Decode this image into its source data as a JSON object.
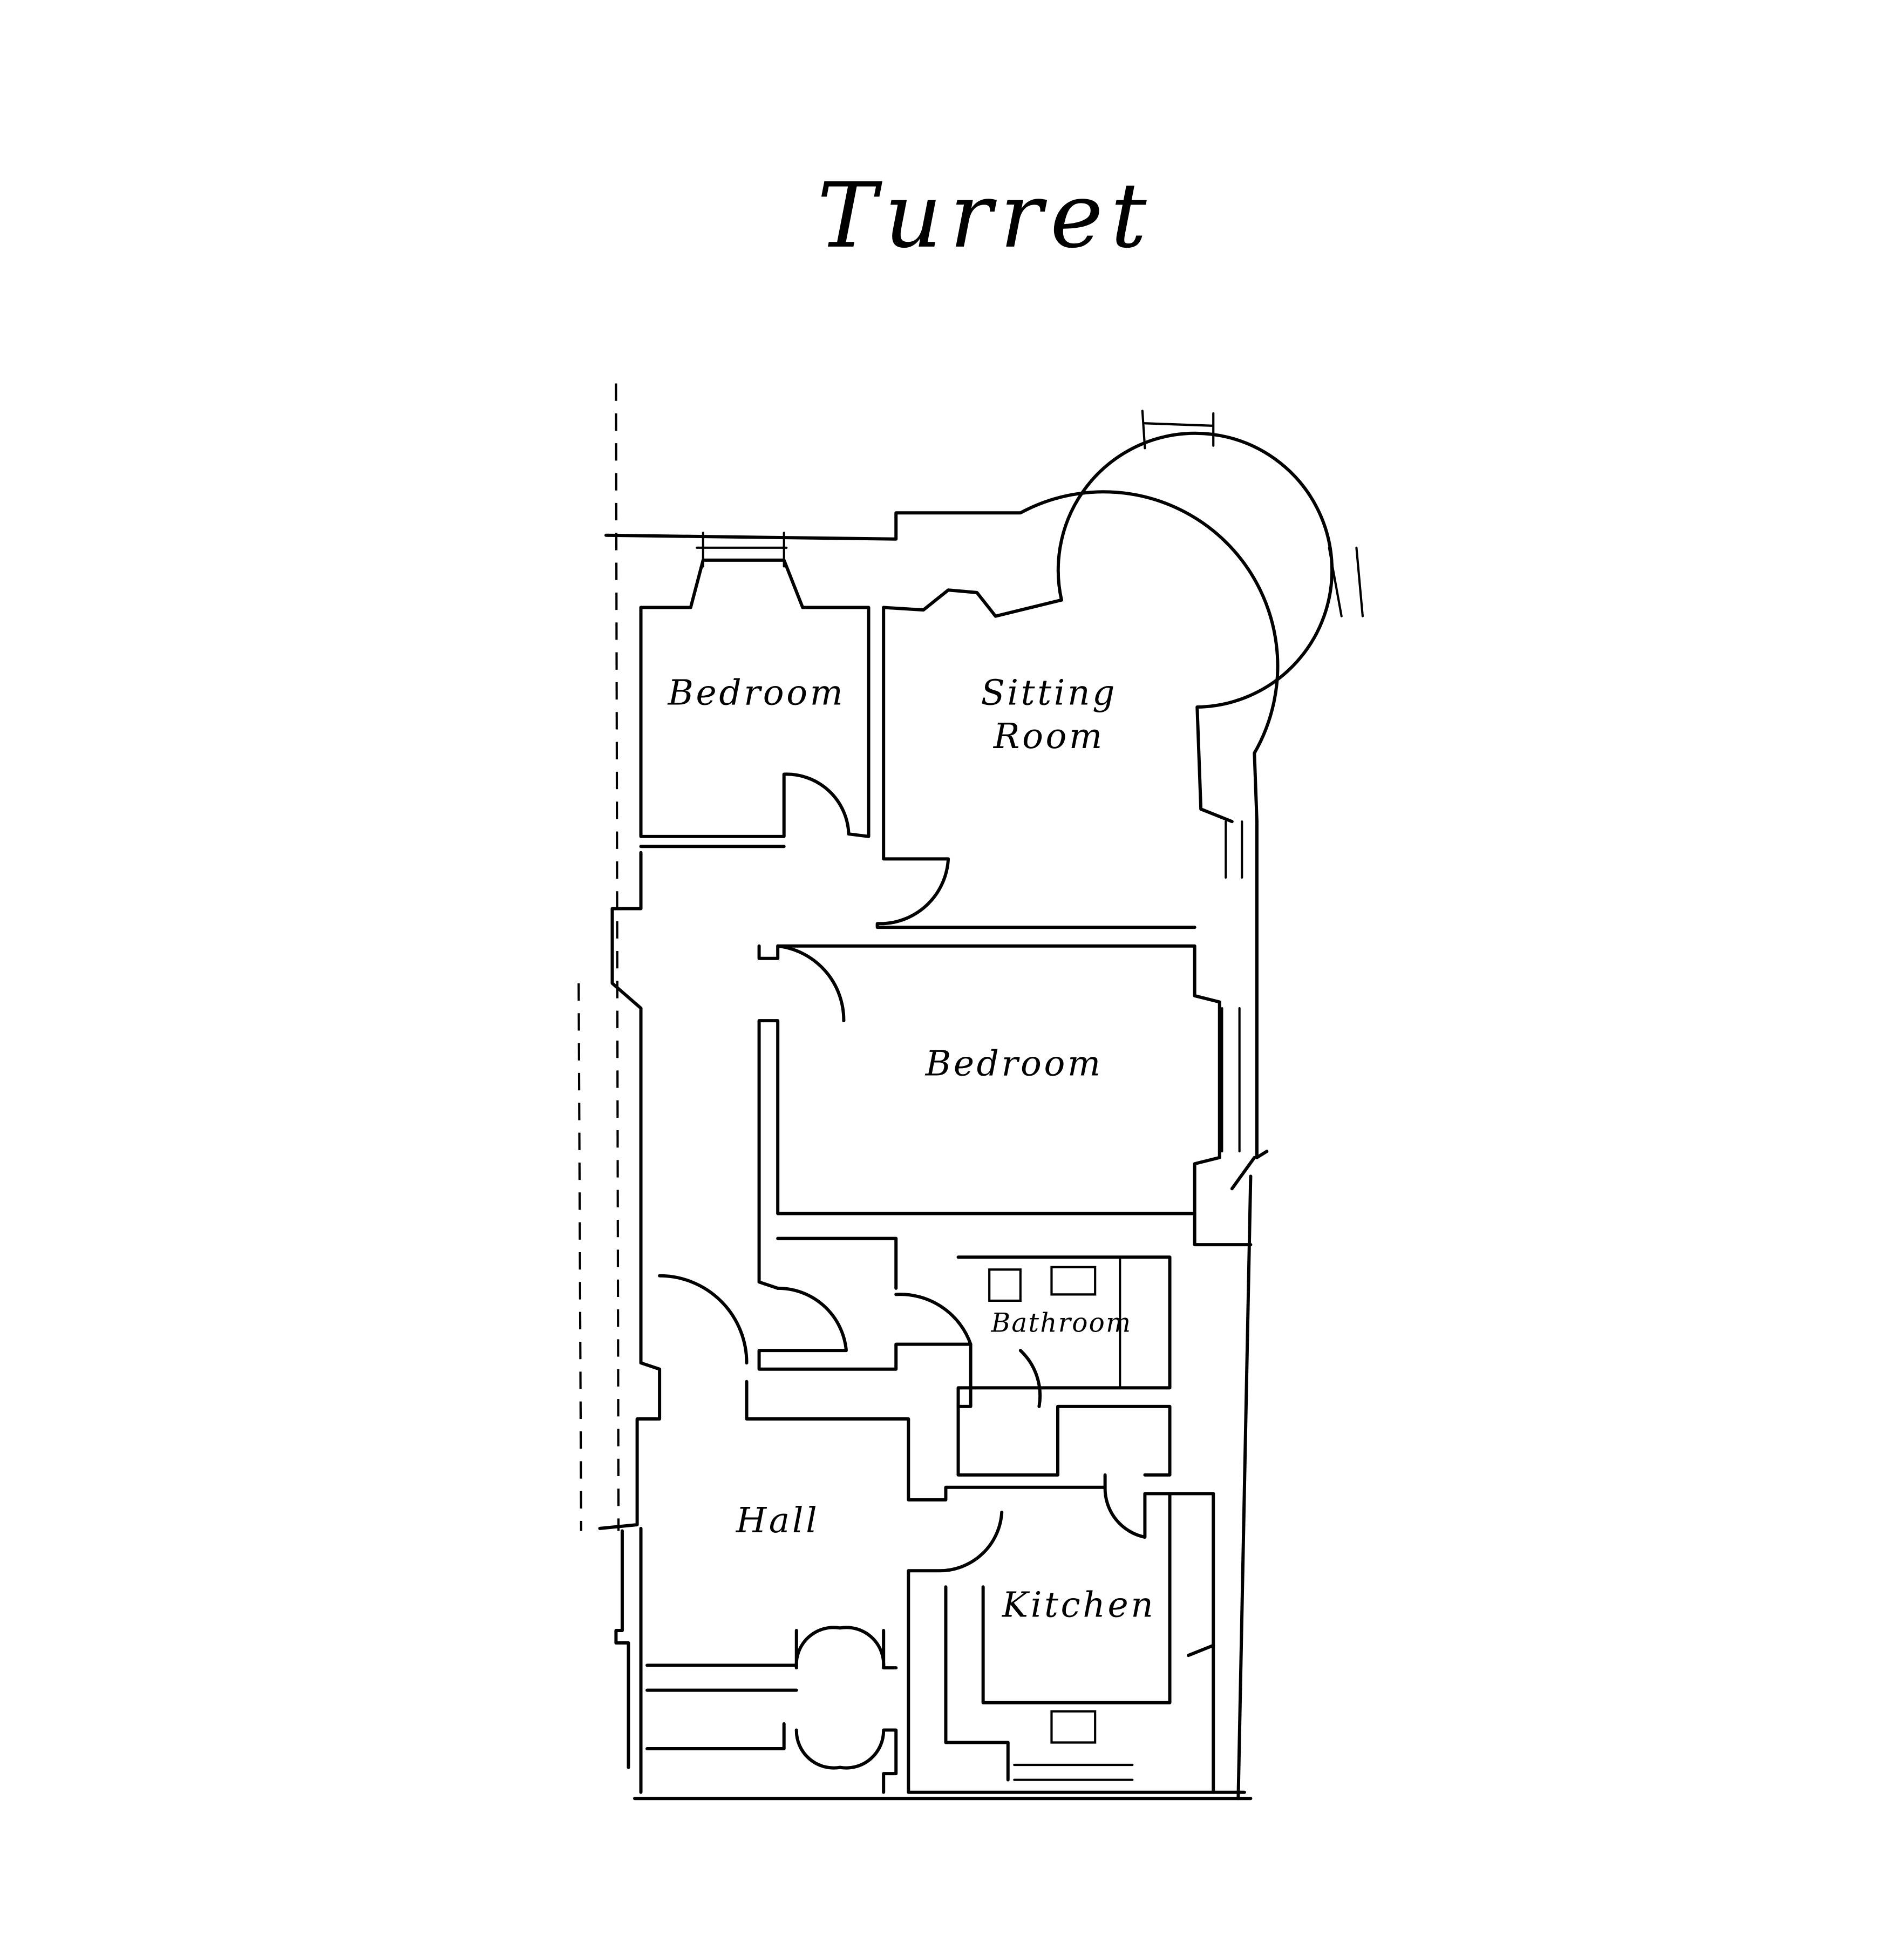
{
  "title": "Turret",
  "rooms": {
    "bedroom_1": "Bedroom",
    "sitting_room_line1": "Sitting",
    "sitting_room_line2": "Room",
    "bedroom_2": "Bedroom",
    "bathroom": "Bathroom",
    "hall": "Hall",
    "kitchen": "Kitchen"
  },
  "colors": {
    "ink": "#000000",
    "paper": "#ffffff"
  }
}
